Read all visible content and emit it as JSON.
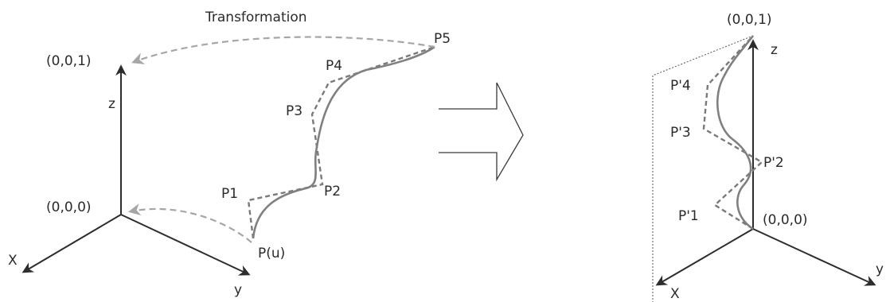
{
  "title": "Transformation",
  "left": {
    "origin_label": "(0,0,0)",
    "top_label": "(0,0,1)",
    "axis_x": "X",
    "axis_y": "y",
    "axis_z": "z",
    "points": [
      "P1",
      "P2",
      "P3",
      "P4",
      "P5"
    ],
    "curve_start": "P(u)"
  },
  "right": {
    "origin_label": "(0,0,0)",
    "top_label": "(0,0,1)",
    "axis_x": "X",
    "axis_y": "y",
    "axis_z": "z",
    "points": [
      "P'1",
      "P'2",
      "P'3",
      "P'4"
    ]
  }
}
